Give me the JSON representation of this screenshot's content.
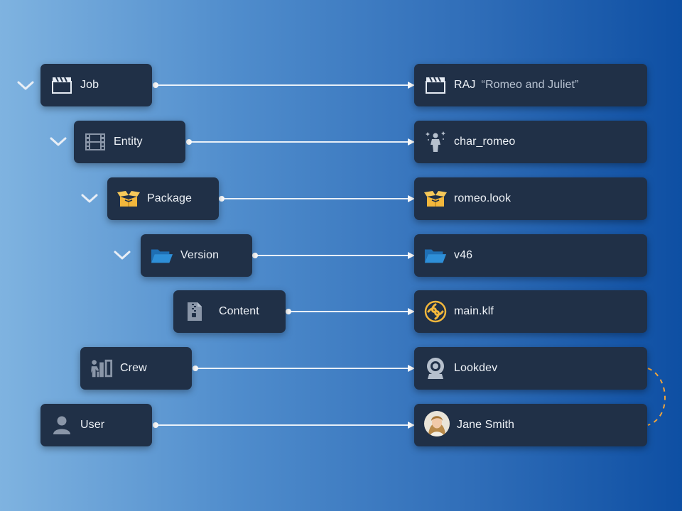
{
  "left": [
    {
      "label": "Job",
      "icon": "clapperboard-icon"
    },
    {
      "label": "Entity",
      "icon": "film-strip-icon"
    },
    {
      "label": "Package",
      "icon": "open-box-icon"
    },
    {
      "label": "Version",
      "icon": "folder-open-icon"
    },
    {
      "label": "Content",
      "icon": "zip-file-icon"
    },
    {
      "label": "Crew",
      "icon": "crew-icon"
    },
    {
      "label": "User",
      "icon": "user-icon"
    }
  ],
  "right": [
    {
      "label": "RAJ",
      "quote": "“Romeo and Juliet”",
      "icon": "clapperboard-icon"
    },
    {
      "label": "char_romeo",
      "icon": "character-icon"
    },
    {
      "label": "romeo.look",
      "icon": "open-box-icon"
    },
    {
      "label": "v46",
      "icon": "folder-open-icon"
    },
    {
      "label": "main.klf",
      "icon": "klf-file-icon"
    },
    {
      "label": "Lookdev",
      "icon": "camera-icon"
    },
    {
      "label": "Jane Smith",
      "icon": "avatar"
    }
  ],
  "colors": {
    "card": "#203047",
    "connector": "#ffffff",
    "dashed_link": "#f0a43a",
    "package_yellow": "#f2b73c",
    "folder_blue": "#2e8fd8"
  }
}
